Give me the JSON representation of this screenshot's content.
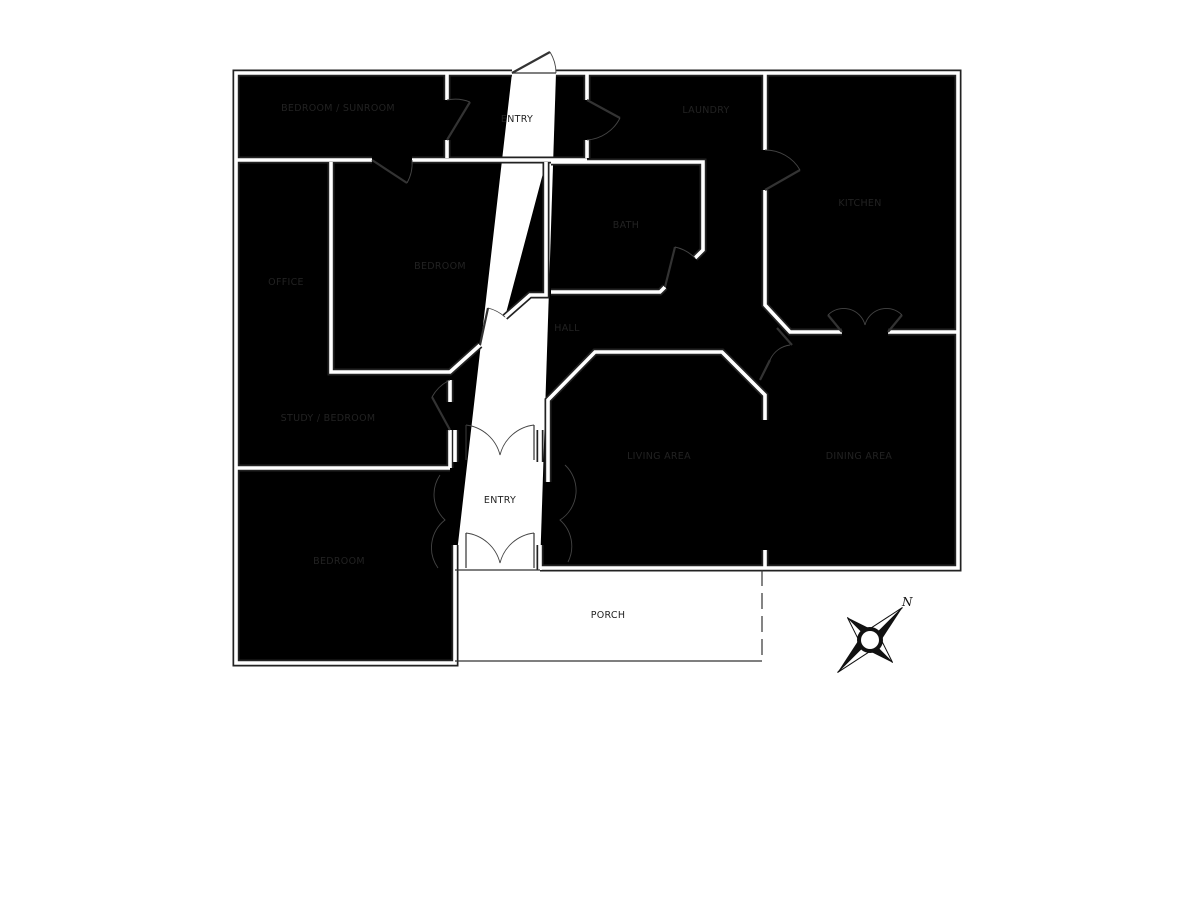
{
  "rooms": {
    "bedroom_sunroom": "BEDROOM / SUNROOM",
    "entry_top": "ENTRY",
    "laundry": "LAUNDRY",
    "kitchen": "KITCHEN",
    "office": "OFFICE",
    "bedroom_center": "BEDROOM",
    "bath": "BATH",
    "hall": "HALL",
    "study_bedroom": "STUDY / BEDROOM",
    "entry_main": "ENTRY",
    "living_area": "LIVING AREA",
    "dining_area": "DINING AREA",
    "bedroom_bottom": "BEDROOM",
    "porch": "PORCH"
  },
  "compass": {
    "north_label": "N"
  }
}
